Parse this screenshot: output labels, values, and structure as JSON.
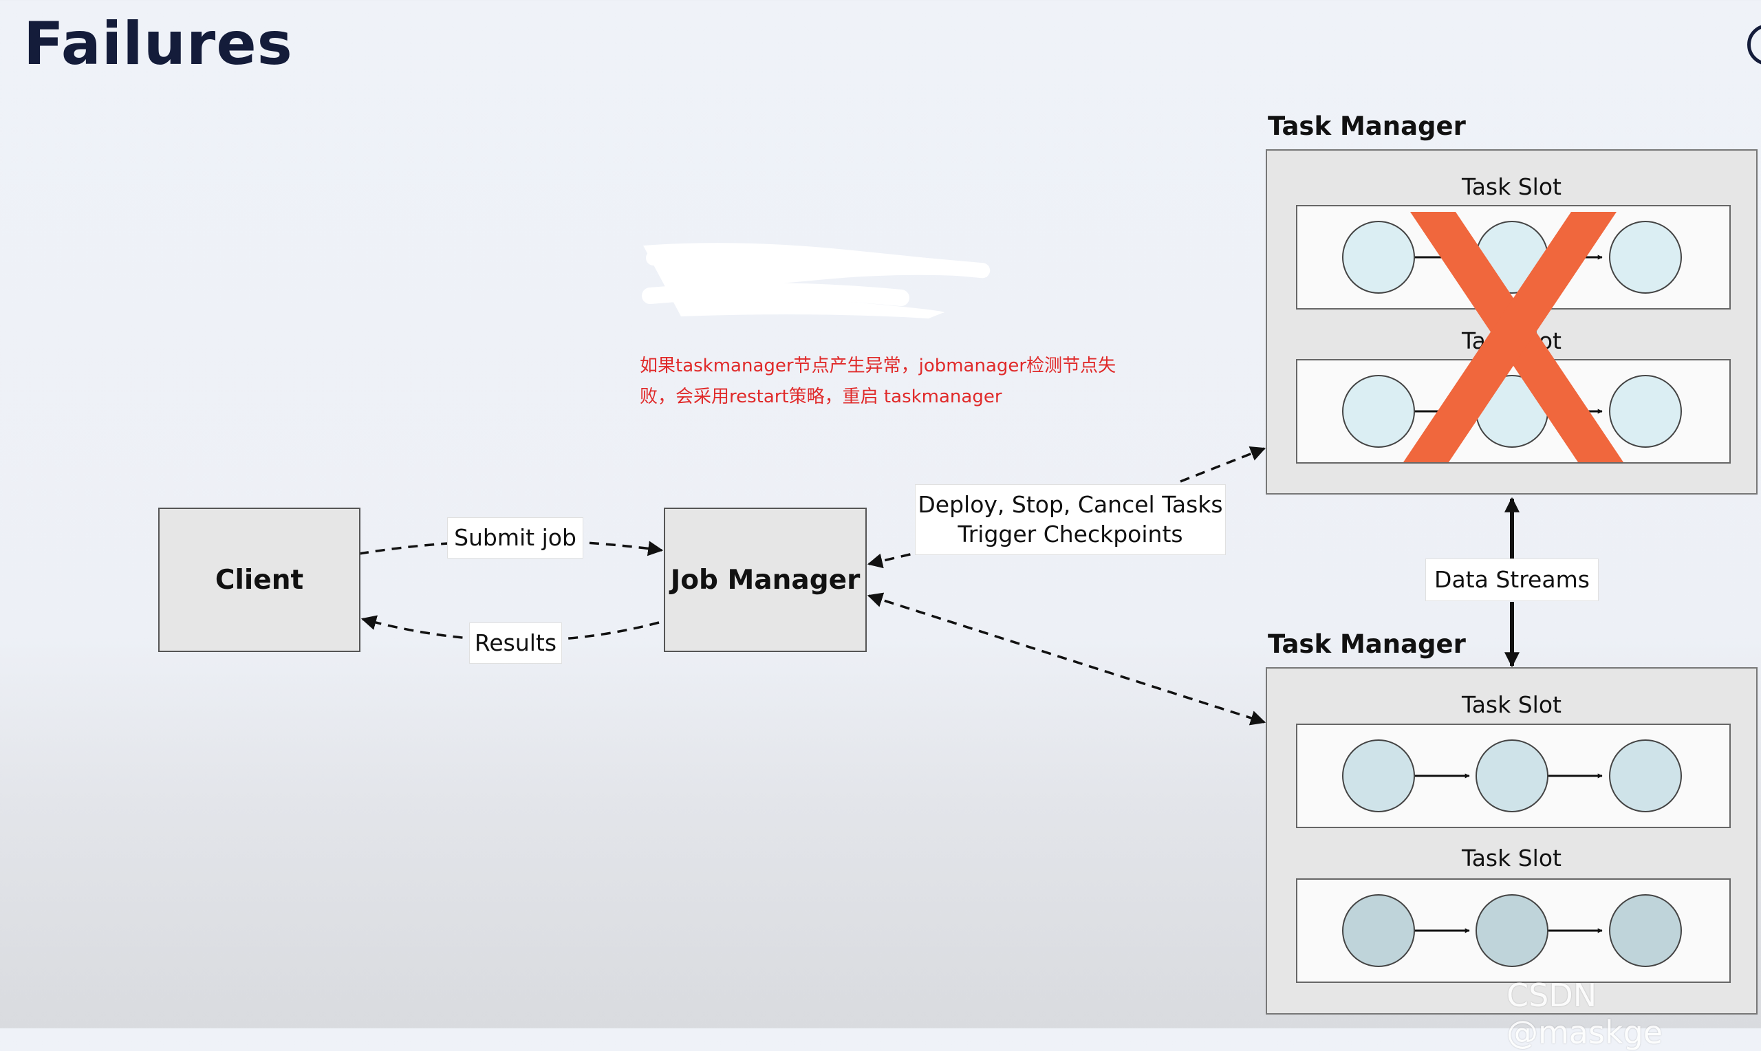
{
  "slide": {
    "title": "Failures",
    "watermark": "CSDN @maskge"
  },
  "diagram": {
    "client_label": "Client",
    "job_manager_label": "Job Manager",
    "submit_job_label": "Submit job",
    "results_label": "Results",
    "deploy_line1": "Deploy, Stop, Cancel Tasks",
    "deploy_line2": "Trigger Checkpoints",
    "data_streams_label": "Data Streams",
    "task_managers": [
      {
        "title": "Task Manager",
        "status": "failed",
        "slots": [
          {
            "title": "Task Slot"
          },
          {
            "title": "Task Slot"
          }
        ]
      },
      {
        "title": "Task Manager",
        "status": "running",
        "slots": [
          {
            "title": "Task Slot"
          },
          {
            "title": "Task Slot"
          }
        ]
      }
    ]
  },
  "annotation": {
    "line1": "如果taskmanager节点产生异常，jobmanager检测节点失",
    "line2": "败，会采用restart策略，重启 taskmanager"
  },
  "colors": {
    "title": "#141c3a",
    "failure_x": "#f0673d",
    "annotation": "#e02a2a",
    "task_circle_light": "#dbeef3",
    "task_circle_dark": "#bfd4da"
  }
}
